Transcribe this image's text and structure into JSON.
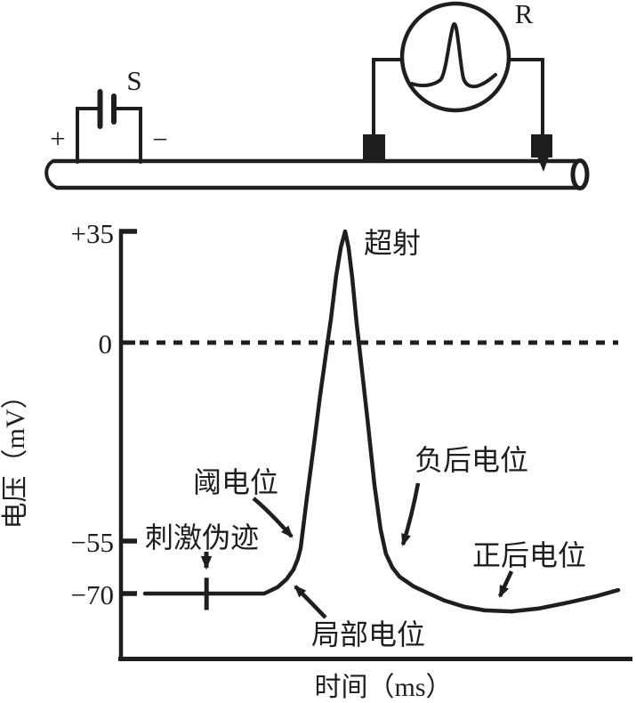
{
  "figure": {
    "background": "#ffffff",
    "ink": "#1e1e1e"
  },
  "circuit": {
    "stimulator_label": "S",
    "plus_label": "+",
    "minus_label": "−",
    "recorder_label": "R",
    "icons": {
      "recorder_display": "action-potential-spike",
      "stimulator_symbol": "battery-cell",
      "specimen": "nerve-fiber-tube",
      "electrodes": "black-block-electrodes"
    }
  },
  "chart_data": {
    "type": "line",
    "xlabel": "时间（ms）",
    "ylabel": "电压（mV）",
    "x_unit": "ms",
    "y_unit": "mV",
    "ylim": [
      -80,
      40
    ],
    "grid": false,
    "zero_reference_line": "dashed",
    "y_ticks": [
      {
        "label": "+35",
        "value": 35
      },
      {
        "label": "0",
        "value": 0
      },
      {
        "label": "−55",
        "value": -55
      },
      {
        "label": "−70",
        "value": -70
      }
    ],
    "series": [
      {
        "name": "membrane-potential",
        "points": [
          {
            "t": 0.0,
            "v": -70.0
          },
          {
            "t": 12.6,
            "v": -70.0
          },
          {
            "t": 25.2,
            "v": -70.0
          },
          {
            "t": 28.0,
            "v": -68.2
          },
          {
            "t": 29.9,
            "v": -65.9
          },
          {
            "t": 31.4,
            "v": -63.1
          },
          {
            "t": 32.3,
            "v": -60.1
          },
          {
            "t": 32.9,
            "v": -57.0
          },
          {
            "t": 34.2,
            "v": -43.2
          },
          {
            "t": 35.7,
            "v": -28.4
          },
          {
            "t": 37.0,
            "v": -14.8
          },
          {
            "t": 38.3,
            "v": -2.5
          },
          {
            "t": 39.3,
            "v": 7.6
          },
          {
            "t": 40.4,
            "v": 21.0
          },
          {
            "t": 41.4,
            "v": 30.0
          },
          {
            "t": 42.3,
            "v": 35.0
          },
          {
            "t": 43.0,
            "v": 30.0
          },
          {
            "t": 43.8,
            "v": 20.4
          },
          {
            "t": 44.7,
            "v": 6.4
          },
          {
            "t": 45.5,
            "v": -3.7
          },
          {
            "t": 47.0,
            "v": -21.0
          },
          {
            "t": 48.5,
            "v": -39.5
          },
          {
            "t": 49.8,
            "v": -51.8
          },
          {
            "t": 50.9,
            "v": -58.6
          },
          {
            "t": 52.3,
            "v": -62.6
          },
          {
            "t": 53.8,
            "v": -65.2
          },
          {
            "t": 56.8,
            "v": -68.0
          },
          {
            "t": 60.0,
            "v": -70.0
          },
          {
            "t": 63.3,
            "v": -72.0
          },
          {
            "t": 67.5,
            "v": -73.8
          },
          {
            "t": 71.8,
            "v": -74.8
          },
          {
            "t": 77.4,
            "v": -75.1
          },
          {
            "t": 83.1,
            "v": -74.3
          },
          {
            "t": 89.7,
            "v": -72.5
          },
          {
            "t": 95.3,
            "v": -70.8
          },
          {
            "t": 100.0,
            "v": -69.0
          }
        ]
      }
    ],
    "stimulus_artifact": {
      "t": 13.0,
      "v_top": -65.5,
      "v_bottom": -74.7
    },
    "annotations": [
      {
        "id": "overshoot",
        "label": "超射",
        "refers_to": {
          "t": 42.3,
          "v": 35
        }
      },
      {
        "id": "threshold-potential",
        "label": "阈电位",
        "refers_to": {
          "t": 33,
          "v": -56
        }
      },
      {
        "id": "stimulus-artifact",
        "label": "刺激伪迹",
        "refers_to": {
          "t": 13,
          "v": -70
        }
      },
      {
        "id": "local-potential",
        "label": "局部电位",
        "refers_to": {
          "t": 31,
          "v": -66
        }
      },
      {
        "id": "negative-afterpotential",
        "label": "负后电位",
        "refers_to": {
          "t": 54,
          "v": -65
        }
      },
      {
        "id": "positive-afterpotential",
        "label": "正后电位",
        "refers_to": {
          "t": 75,
          "v": -75
        }
      }
    ]
  }
}
